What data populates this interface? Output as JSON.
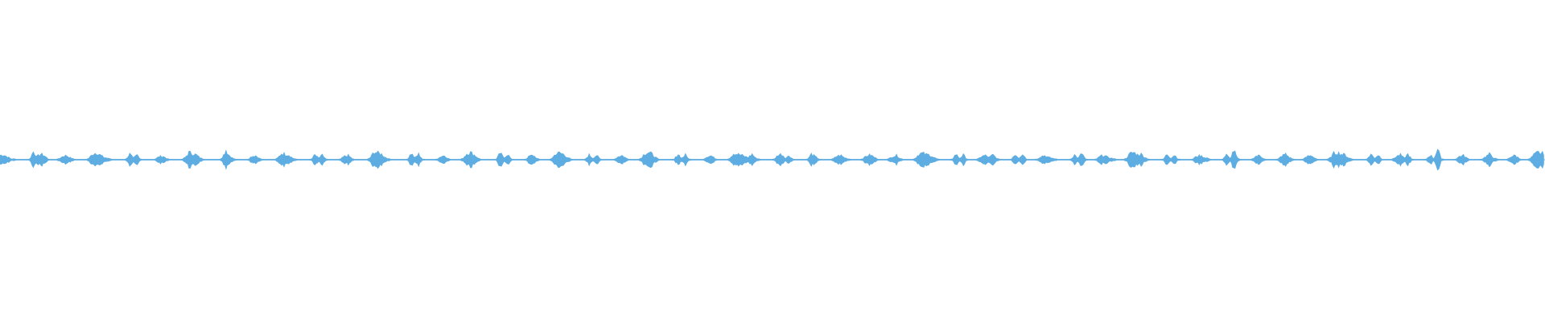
{
  "waveform": {
    "color": "#5DADE2",
    "background": "#FFFFFF",
    "envelope": [
      0.28,
      0.3,
      0.18,
      0.06,
      0.05,
      0.02,
      0.0,
      0.0,
      0.05,
      0.5,
      0.2,
      0.35,
      0.25,
      0.05,
      0.0,
      0.0,
      0.08,
      0.22,
      0.26,
      0.12,
      0.04,
      0.0,
      0.0,
      0.0,
      0.1,
      0.35,
      0.45,
      0.3,
      0.15,
      0.1,
      0.05,
      0.0,
      0.0,
      0.0,
      0.05,
      0.35,
      0.1,
      0.3,
      0.05,
      0.0,
      0.0,
      0.0,
      0.06,
      0.2,
      0.22,
      0.08,
      0.0,
      0.0,
      0.0,
      0.0,
      0.15,
      0.45,
      0.38,
      0.3,
      0.12,
      0.05,
      0.0,
      0.0,
      0.0,
      0.0,
      0.1,
      0.6,
      0.25,
      0.1,
      0.0,
      0.0,
      0.0,
      0.05,
      0.22,
      0.26,
      0.1,
      0.0,
      0.0,
      0.0,
      0.0,
      0.12,
      0.4,
      0.35,
      0.3,
      0.1,
      0.04,
      0.0,
      0.0,
      0.0,
      0.05,
      0.3,
      0.1,
      0.28,
      0.05,
      0.0,
      0.0,
      0.0,
      0.06,
      0.22,
      0.26,
      0.08,
      0.0,
      0.0,
      0.0,
      0.0,
      0.15,
      0.5,
      0.42,
      0.35,
      0.15,
      0.06,
      0.0,
      0.0,
      0.0,
      0.0,
      0.05,
      0.4,
      0.12,
      0.35,
      0.05,
      0.0,
      0.0,
      0.0,
      0.06,
      0.2,
      0.26,
      0.08,
      0.0,
      0.0,
      0.0,
      0.1,
      0.38,
      0.45,
      0.3,
      0.12,
      0.0,
      0.0,
      0.0,
      0.0,
      0.05,
      0.42,
      0.12,
      0.35,
      0.05,
      0.0,
      0.0,
      0.0,
      0.06,
      0.24,
      0.26,
      0.08,
      0.0,
      0.0,
      0.0,
      0.1,
      0.38,
      0.42,
      0.35,
      0.18,
      0.05,
      0.0,
      0.0,
      0.0,
      0.05,
      0.3,
      0.1,
      0.28,
      0.05,
      0.0,
      0.0,
      0.0,
      0.06,
      0.22,
      0.26,
      0.1,
      0.0,
      0.0,
      0.0,
      0.1,
      0.4,
      0.45,
      0.35,
      0.14,
      0.0,
      0.0,
      0.0,
      0.0,
      0.05,
      0.35,
      0.1,
      0.3,
      0.05,
      0.0,
      0.0,
      0.0,
      0.06,
      0.22,
      0.24,
      0.08,
      0.0,
      0.0,
      0.0,
      0.12,
      0.4,
      0.35,
      0.3,
      0.2,
      0.15,
      0.35,
      0.1,
      0.05,
      0.0,
      0.0,
      0.0,
      0.05,
      0.3,
      0.35,
      0.1,
      0.25,
      0.05,
      0.0,
      0.0,
      0.0,
      0.05,
      0.35,
      0.2,
      0.06,
      0.0,
      0.0,
      0.0,
      0.08,
      0.24,
      0.26,
      0.12,
      0.06,
      0.02,
      0.0,
      0.0,
      0.1,
      0.25,
      0.3,
      0.15,
      0.05,
      0.0,
      0.0,
      0.08,
      0.22,
      0.26,
      0.1,
      0.0,
      0.0,
      0.0,
      0.1,
      0.35,
      0.4,
      0.32,
      0.3,
      0.15,
      0.05,
      0.0,
      0.0,
      0.0,
      0.05,
      0.35,
      0.1,
      0.3,
      0.05,
      0.0,
      0.0,
      0.06,
      0.22,
      0.26,
      0.15,
      0.3,
      0.1,
      0.0,
      0.0,
      0.0,
      0.05,
      0.35,
      0.1,
      0.4,
      0.05,
      0.0,
      0.0,
      0.06,
      0.22,
      0.26,
      0.15,
      0.1,
      0.05,
      0.0,
      0.0,
      0.0,
      0.05,
      0.3,
      0.1,
      0.4,
      0.05,
      0.0,
      0.0,
      0.06,
      0.22,
      0.28,
      0.15,
      0.1,
      0.05,
      0.0,
      0.0,
      0.1,
      0.38,
      0.45,
      0.32,
      0.35,
      0.15,
      0.05,
      0.0,
      0.0,
      0.0,
      0.05,
      0.35,
      0.1,
      0.3,
      0.05,
      0.0,
      0.0,
      0.0,
      0.06,
      0.22,
      0.26,
      0.15,
      0.1,
      0.0,
      0.0,
      0.0,
      0.05,
      0.3,
      0.08,
      0.6,
      0.1,
      0.0,
      0.0,
      0.0,
      0.06,
      0.22,
      0.26,
      0.1,
      0.0,
      0.0,
      0.0,
      0.05,
      0.25,
      0.35,
      0.15,
      0.05,
      0.0,
      0.0,
      0.08,
      0.22,
      0.26,
      0.1,
      0.0,
      0.0,
      0.0,
      0.12,
      0.4,
      0.45,
      0.35,
      0.3,
      0.12,
      0.05,
      0.0,
      0.0,
      0.0,
      0.05,
      0.35,
      0.1,
      0.3,
      0.05,
      0.0,
      0.0,
      0.06,
      0.22,
      0.3,
      0.1,
      0.35,
      0.05,
      0.0,
      0.0,
      0.0,
      0.05,
      0.3,
      0.08,
      0.65,
      0.1,
      0.0,
      0.0,
      0.0,
      0.06,
      0.22,
      0.26,
      0.1,
      0.0,
      0.0,
      0.0,
      0.05,
      0.2,
      0.35,
      0.15,
      0.05,
      0.0,
      0.0,
      0.06,
      0.22,
      0.26,
      0.1,
      0.0,
      0.0,
      0.08,
      0.3,
      0.45,
      0.4
    ]
  }
}
